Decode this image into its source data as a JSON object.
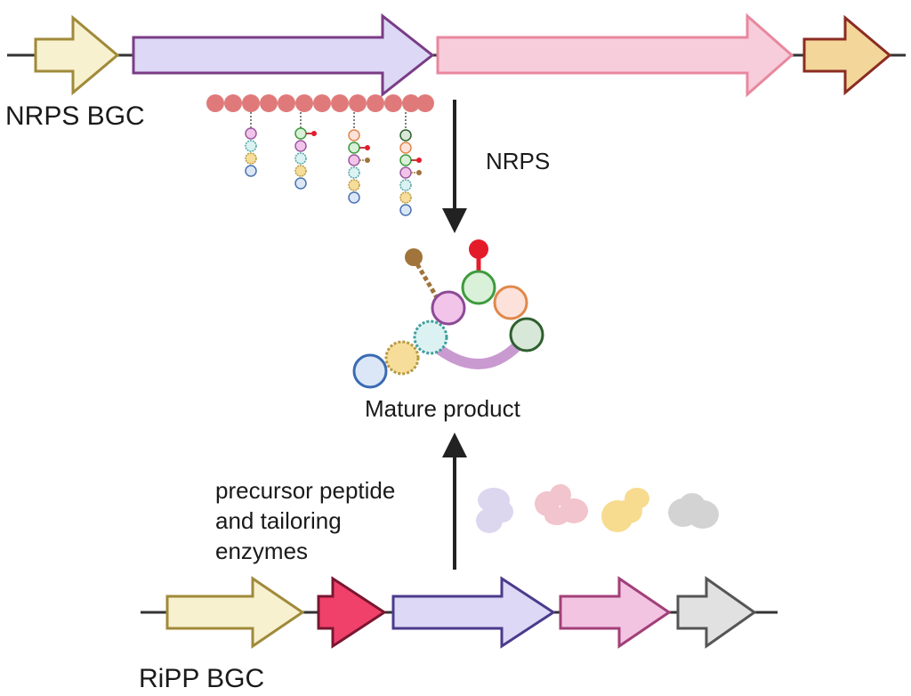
{
  "labels": {
    "nrps_bgc": "NRPS BGC",
    "nrps": "NRPS",
    "mature_product": "Mature product",
    "precursor_line1": "precursor peptide",
    "precursor_line2": "and tailoring",
    "precursor_line3": "enzymes",
    "ripp_bgc": "RiPP BGC"
  },
  "colors": {
    "line": "#333333",
    "arrow": "#222222",
    "gene_yellow_fill": "#f7f1cf",
    "gene_yellow_stroke": "#a08a3a",
    "gene_purple_fill": "#dcd8f5",
    "gene_purple_stroke": "#7a3c86",
    "gene_pink_fill": "#f8cddb",
    "gene_pink_stroke": "#e8889f",
    "gene_orange_fill": "#f3d69a",
    "gene_orange_stroke": "#8b2c22",
    "ripp_red_fill": "#f0416b",
    "ripp_red_stroke": "#7a1630",
    "ripp_purple_stroke": "#4b3a8c",
    "ripp_pink_fill": "#f2c4e2",
    "ripp_pink_stroke": "#a23f78",
    "ripp_gray_fill": "#e1e1e1",
    "ripp_gray_stroke": "#555555",
    "carrier_bead": "#e07a7a",
    "res_pink": "#f2c4ea",
    "res_cyan": "#dcf2f2",
    "res_yellow": "#f7dd9a",
    "res_blue": "#dbe7f7",
    "res_green": "#d9f0d9",
    "res_orange": "#fde2dc",
    "res_darkgreen": "#d8e8d8",
    "mod_red": "#e41c2a",
    "mod_brown": "#a0743a",
    "enzyme_lavender": "#dcd6ef",
    "enzyme_pink": "#f2c4cd",
    "enzyme_yellow": "#f7dc8f",
    "enzyme_gray": "#d3d3d3"
  }
}
